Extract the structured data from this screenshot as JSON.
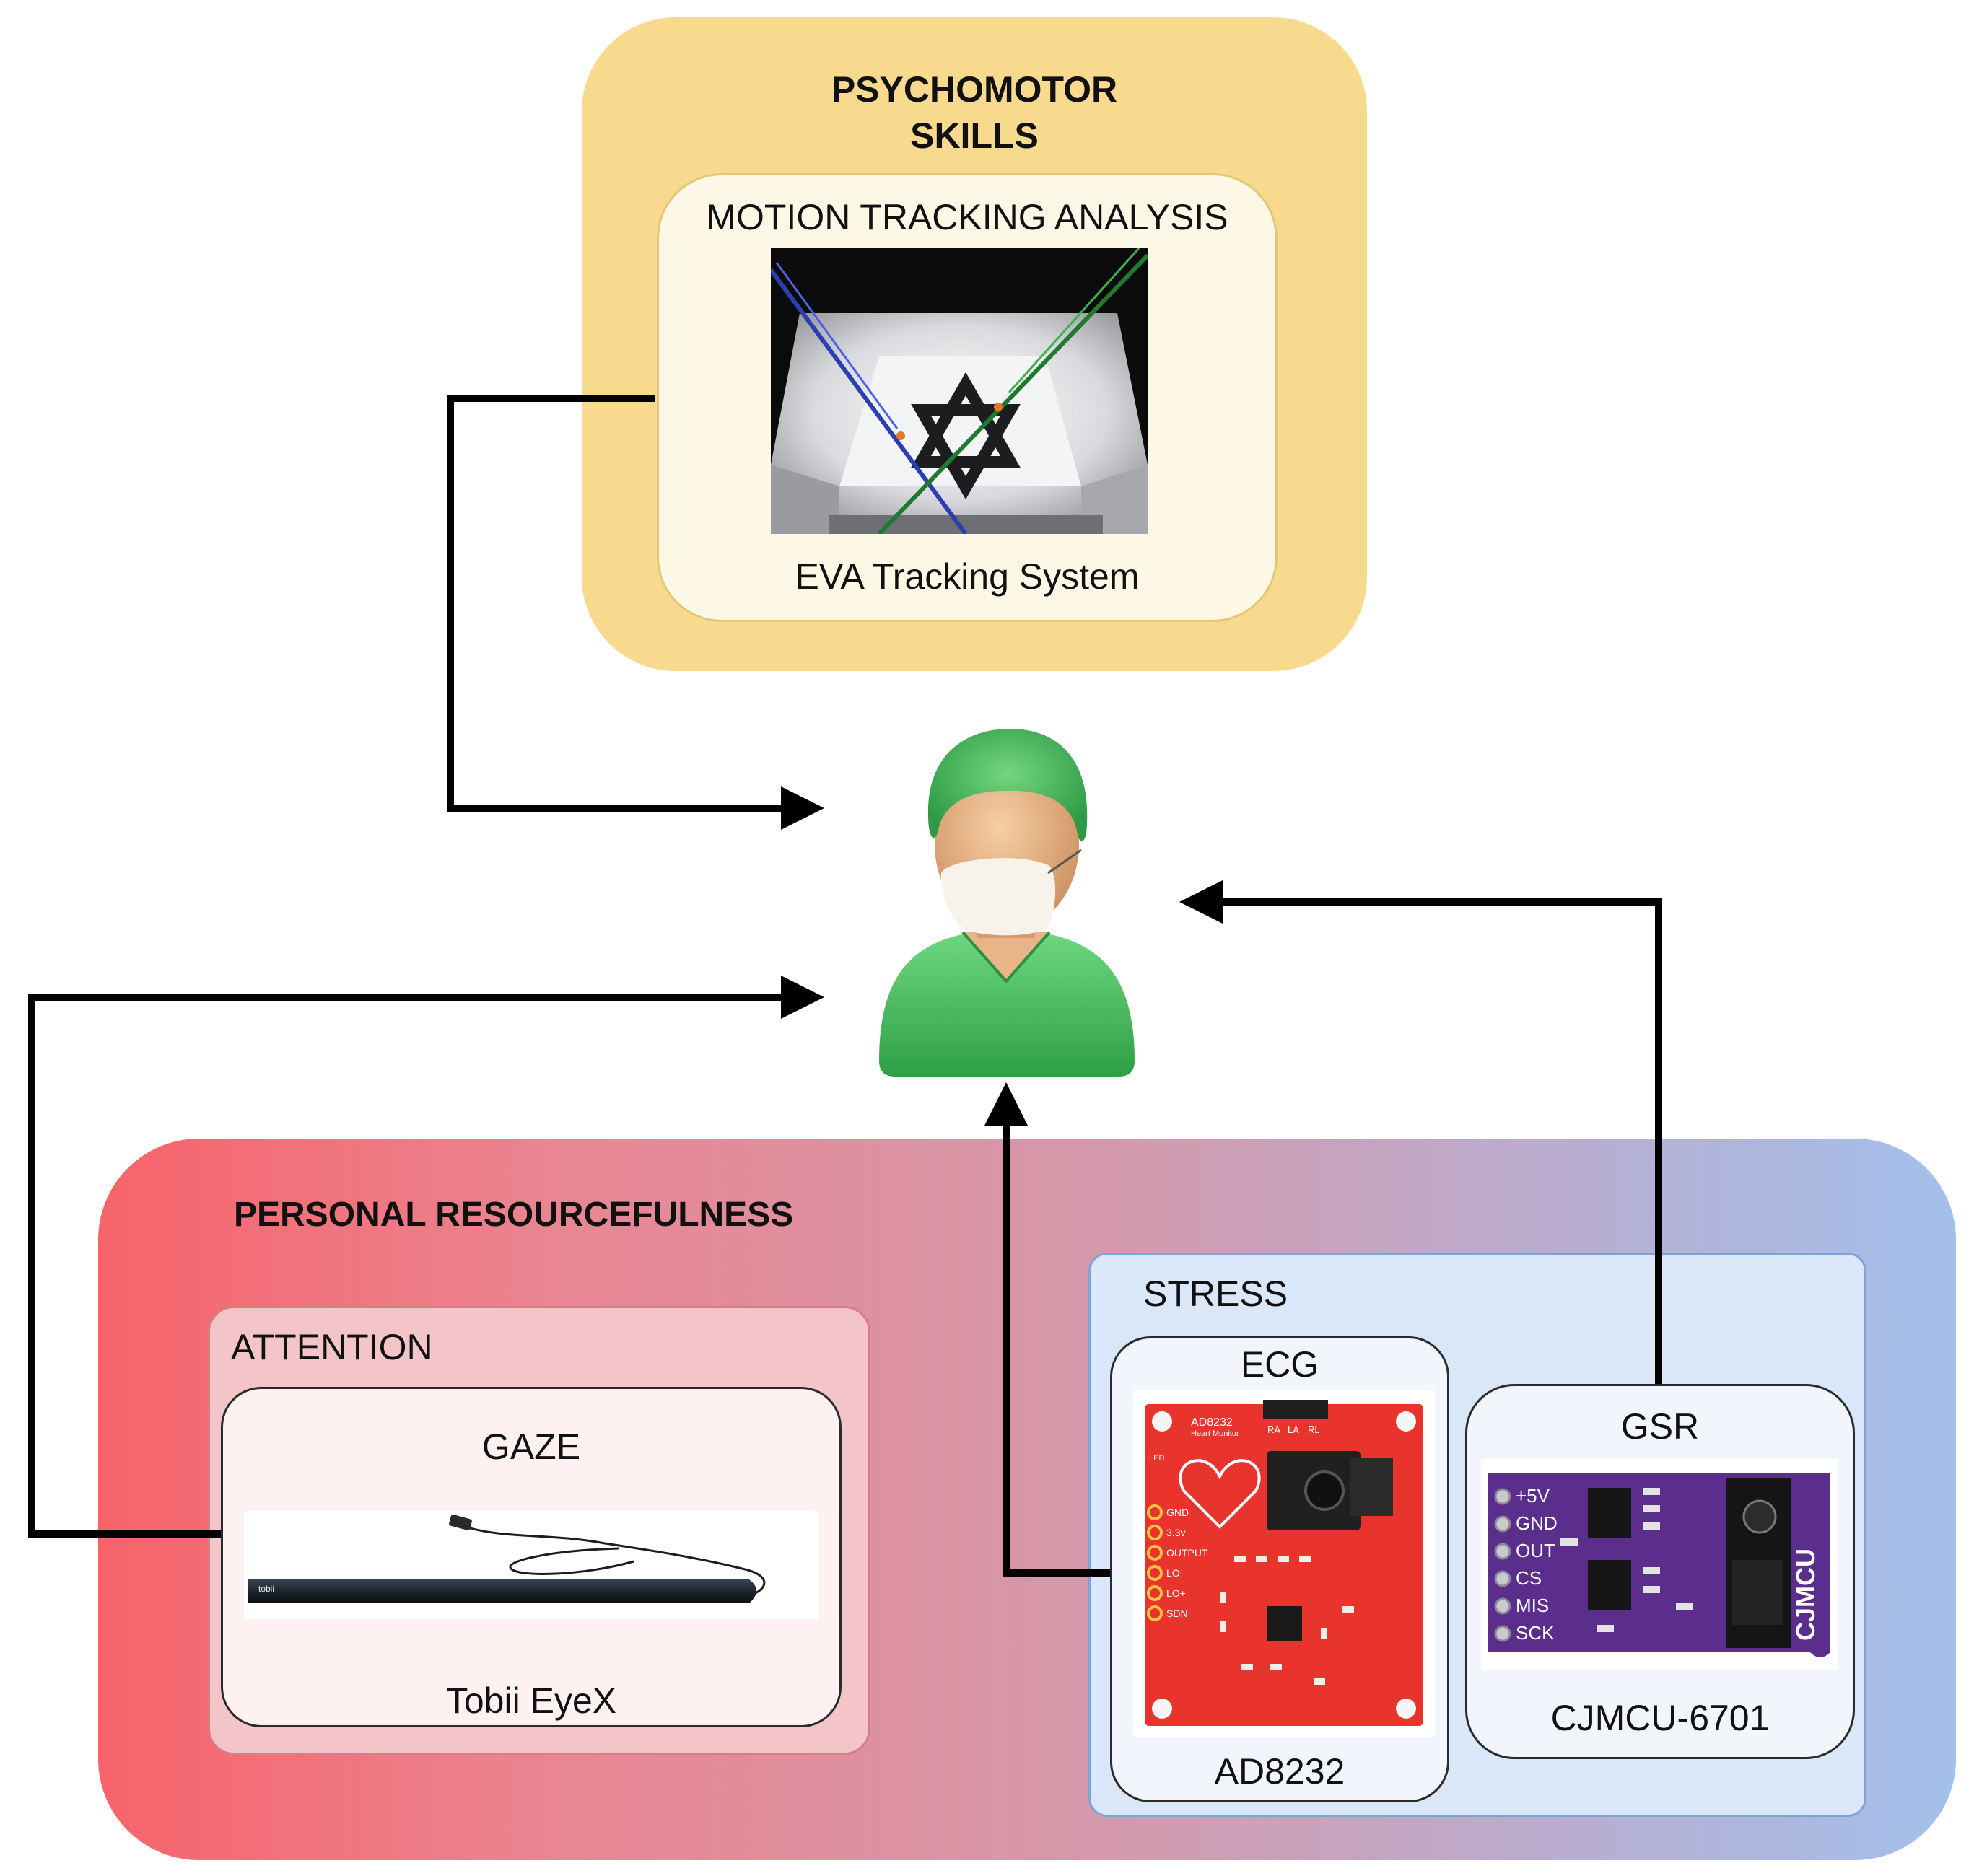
{
  "psychomotor": {
    "title_line1": "PSYCHOMOTOR",
    "title_line2": "SKILLS"
  },
  "motion_tracking": {
    "title": "MOTION TRACKING ANALYSIS",
    "device_label": "EVA Tracking System"
  },
  "personal_resourcefulness": {
    "title": "PERSONAL RESOURCEFULNESS"
  },
  "attention": {
    "title": "ATTENTION",
    "gaze": {
      "title": "GAZE",
      "device_label": "Tobii EyeX",
      "device_logo": "tobii"
    }
  },
  "stress": {
    "title": "STRESS",
    "ecg": {
      "title": "ECG",
      "device_label": "AD8232",
      "board_text": {
        "name": "AD8232",
        "subtitle": "Heart Monitor",
        "pins": [
          "GND",
          "3.3v",
          "OUTPUT",
          "LO-",
          "LO+",
          "SDN"
        ],
        "electrodes": [
          "RA",
          "LA",
          "RL"
        ],
        "led": "LED"
      }
    },
    "gsr": {
      "title": "GSR",
      "device_label": "CJMCU-6701",
      "board_text": {
        "pins": [
          "+5V",
          "GND",
          "OUT",
          "CS",
          "MIS",
          "SCK"
        ],
        "brand": "CJMCU"
      }
    }
  },
  "icons": {
    "surgeon": "surgeon-avatar-icon"
  },
  "colors": {
    "psychomotor_bg": "#f8da8e",
    "attention_bg": "#f4c5c8",
    "stress_bg": "#dae7f8",
    "resourcefulness_left": "#f7636a",
    "resourcefulness_right": "#a3c0ea",
    "scrubs": "#4cbf5f",
    "ecg_board": "#e8342c",
    "gsr_board": "#5b2d8c"
  }
}
